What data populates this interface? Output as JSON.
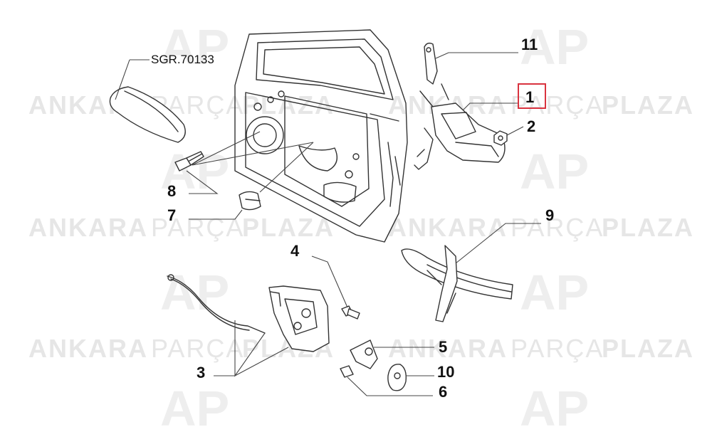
{
  "reference": "SGR.70133",
  "watermark": {
    "word1": "ANKARA",
    "word2": "PARÇA",
    "word3": "PLAZA",
    "logo": "AP"
  },
  "highlight_color": "#d9333f",
  "callouts": {
    "c1": "1",
    "c2": "2",
    "c3": "3",
    "c4": "4",
    "c5": "5",
    "c6": "6",
    "c7": "7",
    "c8": "8",
    "c9": "9",
    "c10": "10",
    "c11": "11"
  }
}
